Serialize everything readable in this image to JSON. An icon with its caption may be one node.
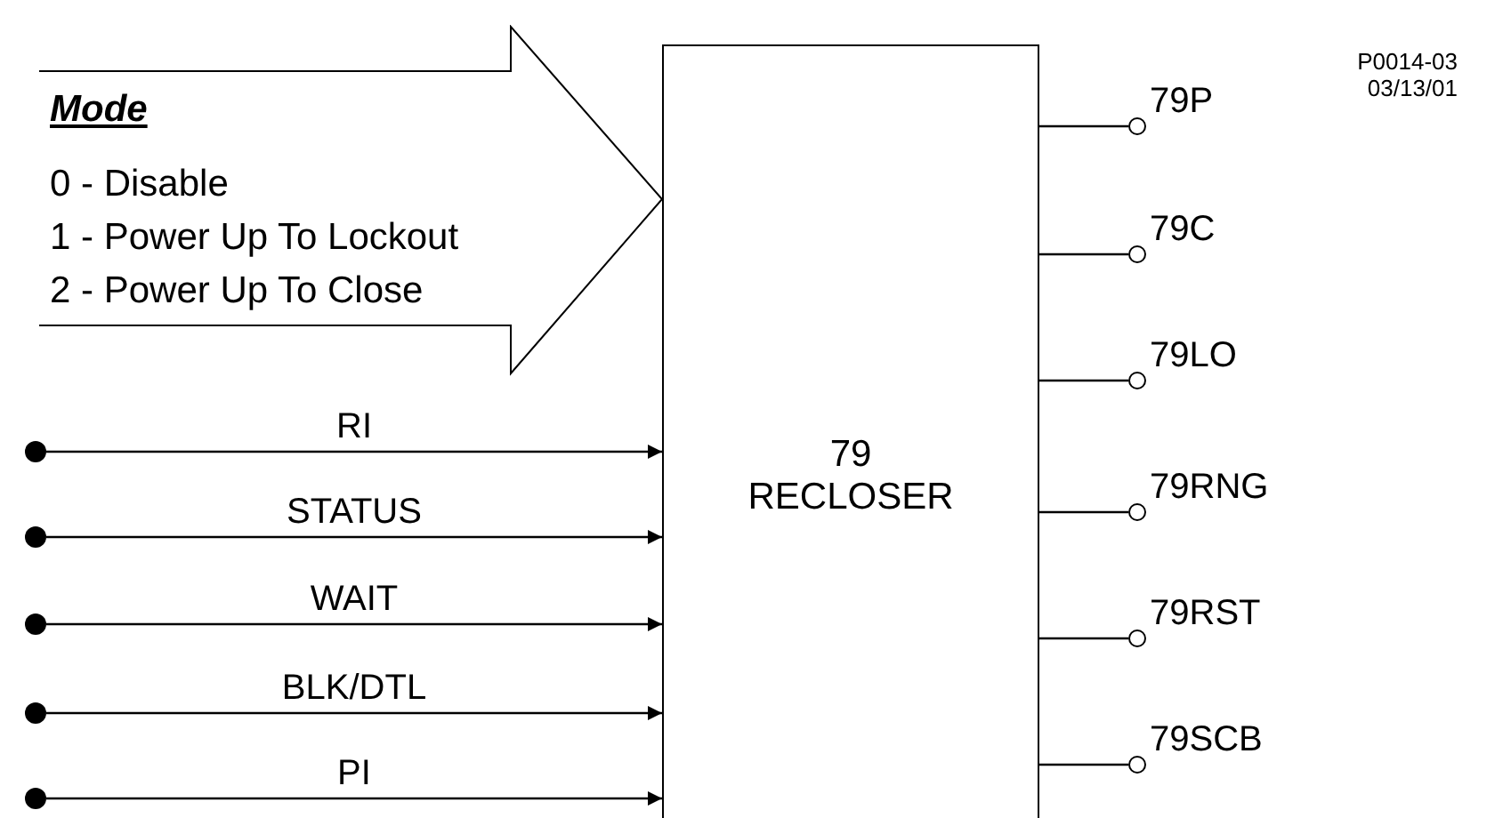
{
  "diagram": {
    "nodes": [
      {
        "text": [
          "Mode",
          "0 - Disable",
          "1 - Power Up To Lockout",
          "2 - Power Up To Close"
        ]
      },
      {
        "text": [
          "79",
          "RECLOSER"
        ]
      },
      {
        "text": [],
        "shape": "circle",
        "beside": [
          "79P"
        ]
      },
      {
        "text": [],
        "shape": "circle",
        "beside": [
          "79C"
        ]
      },
      {
        "text": [],
        "shape": "circle",
        "beside": [
          "79LO"
        ]
      },
      {
        "text": [],
        "shape": "circle",
        "beside": [
          "79RNG"
        ]
      },
      {
        "text": [],
        "shape": "circle",
        "beside": [
          "79RST"
        ]
      },
      {
        "text": [],
        "shape": "circle",
        "beside": [
          "79SCB"
        ]
      },
      {
        "text": [],
        "shape": "circle"
      },
      {
        "text": [],
        "shape": "circle"
      },
      {
        "text": [],
        "shape": "circle"
      },
      {
        "text": [],
        "shape": "circle"
      },
      {
        "text": [],
        "shape": "circle"
      }
    ],
    "edges": [
      {
        "from": 8,
        "to": 1,
        "arrow": "to",
        "label": "RI"
      },
      {
        "from": 9,
        "to": 1,
        "arrow": "to",
        "label": "STATUS"
      },
      {
        "from": 10,
        "to": 1,
        "arrow": "to",
        "label": "WAIT"
      },
      {
        "from": 11,
        "to": 1,
        "arrow": "to",
        "label": "BLK/DTL"
      },
      {
        "from": 12,
        "to": 1,
        "arrow": "to",
        "label": "PI"
      },
      {
        "from": 1,
        "to": 2,
        "arrow": "none"
      },
      {
        "from": 1,
        "to": 3,
        "arrow": "none"
      },
      {
        "from": 1,
        "to": 4,
        "arrow": "none"
      },
      {
        "from": 1,
        "to": 5,
        "arrow": "none"
      },
      {
        "from": 1,
        "to": 6,
        "arrow": "none"
      },
      {
        "from": 1,
        "to": 7,
        "arrow": "none"
      }
    ],
    "labels": [
      "P0014-03",
      "03/13/01"
    ]
  }
}
